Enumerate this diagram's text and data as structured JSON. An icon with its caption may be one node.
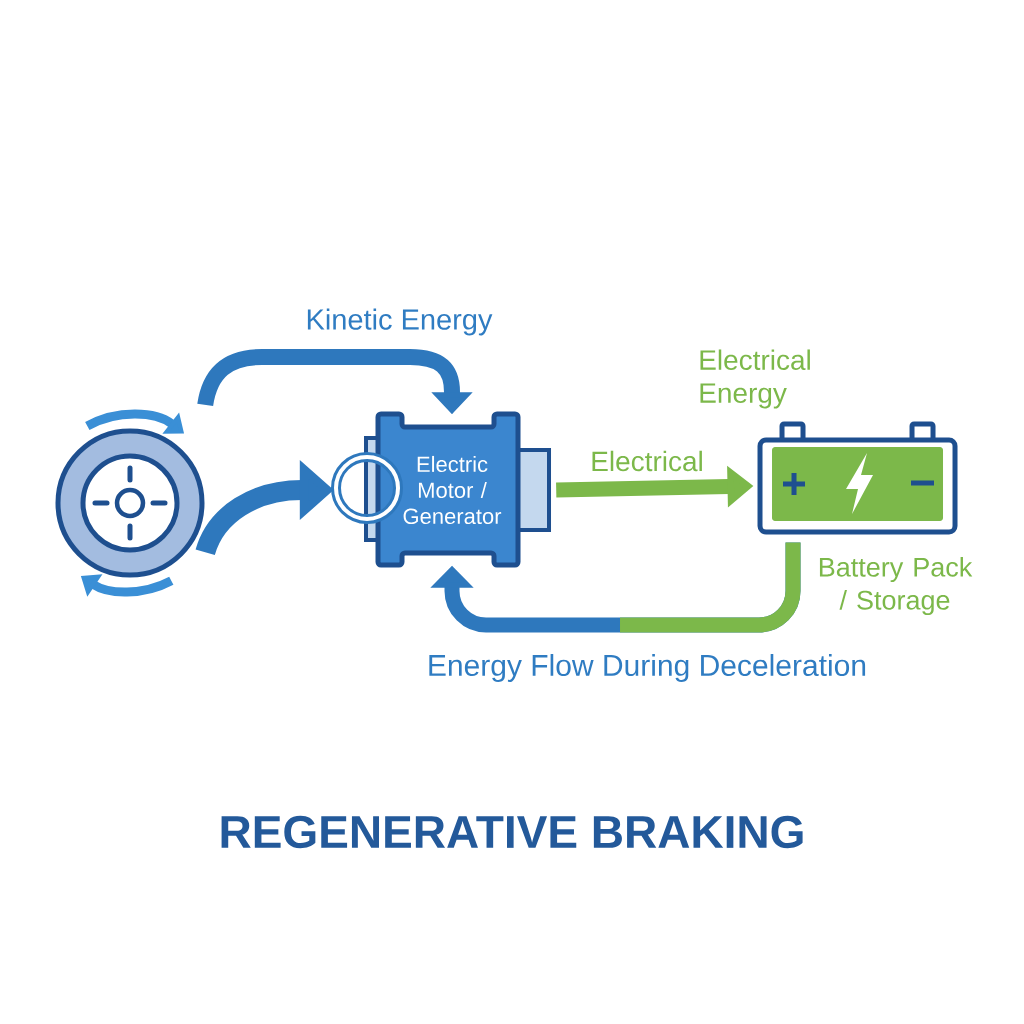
{
  "diagram": {
    "title": "REGENERATIVE BRAKING",
    "nodes": [
      {
        "text": [],
        "shape": "picture"
      },
      {
        "text": [
          "Electric Motor / Generator"
        ]
      },
      {
        "text": [],
        "shape": "picture",
        "beside": [
          "Electrical Energy",
          "Battery Pack / Storage"
        ]
      }
    ],
    "edges": [
      {
        "from": 0,
        "to": 1,
        "arrow": "to",
        "label": "Kinetic Energy"
      },
      {
        "from": 0,
        "to": 1,
        "arrow": "to"
      },
      {
        "from": 1,
        "to": 2,
        "arrow": "to",
        "label": "Electrical",
        "color": "#7cb84a"
      },
      {
        "from": 2,
        "to": 1,
        "arrow": "to",
        "label": "Energy Flow During Deceleration"
      }
    ]
  }
}
